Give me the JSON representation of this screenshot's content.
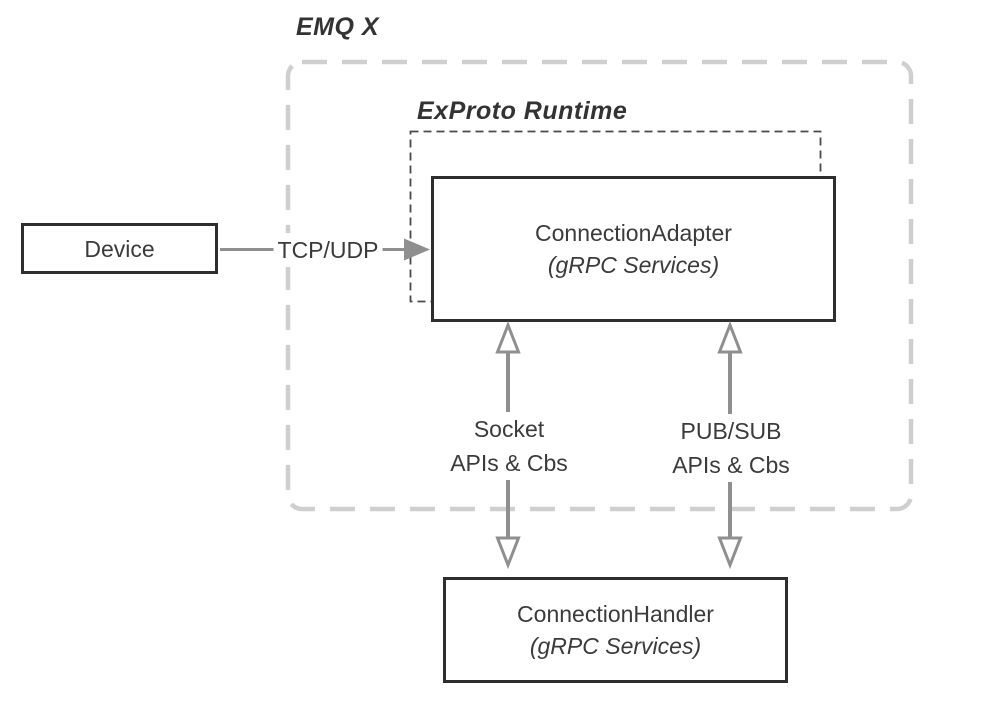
{
  "diagram": {
    "title": "EMQ X",
    "runtime_title": "ExProto Runtime",
    "nodes": {
      "device": {
        "label": "Device"
      },
      "connection_adapter": {
        "title": "ConnectionAdapter",
        "subtitle": "(gRPC Services)"
      },
      "connection_handler": {
        "title": "ConnectionHandler",
        "subtitle": "(gRPC Services)"
      }
    },
    "edges": {
      "tcp_udp": {
        "label": "TCP/UDP",
        "direction": "device-to-adapter"
      },
      "socket": {
        "line1": "Socket",
        "line2": "APIs & Cbs",
        "direction": "bidirectional"
      },
      "pubsub": {
        "line1": "PUB/SUB",
        "line2": "APIs & Cbs",
        "direction": "bidirectional"
      }
    },
    "colors": {
      "node_border": "#2e2e2e",
      "text": "#3b3b3b",
      "arrow": "#8f8f8f",
      "container_dash": "#cfcfcf",
      "runtime_dash": "#4a4a4a",
      "background": "#ffffff"
    }
  }
}
